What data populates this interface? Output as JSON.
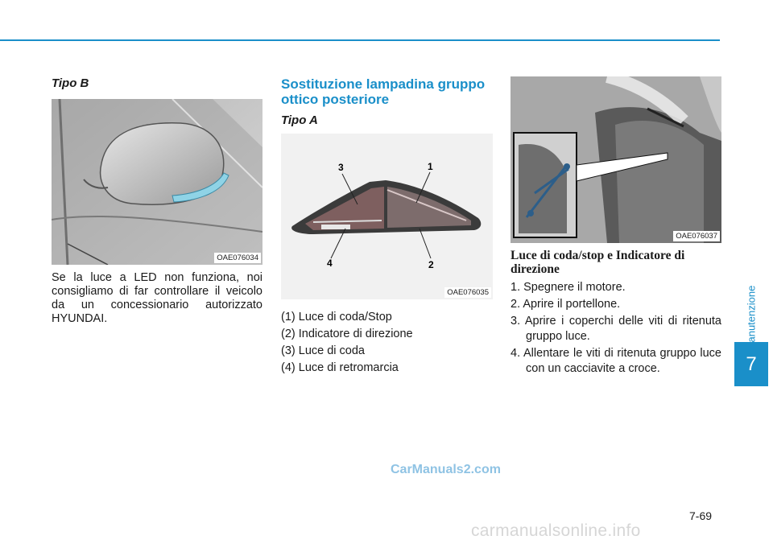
{
  "side_tab": {
    "label": "Manutenzione",
    "chapter": "7"
  },
  "col1": {
    "subheading": "Tipo B",
    "figure_code": "OAE076034",
    "paragraph": "Se la luce a LED non funziona, noi consigliamo di far controllare il veicolo da un concessionario autorizzato HYUNDAI."
  },
  "col2": {
    "title": "Sostituzione lampadina gruppo ottico posteriore",
    "subheading": "Tipo A",
    "figure_code": "OAE076035",
    "callouts": [
      "1",
      "2",
      "3",
      "4"
    ],
    "legend": [
      "(1) Luce di coda/Stop",
      "(2) Indicatore di direzione",
      "(3) Luce di coda",
      "(4) Luce di retromarcia"
    ]
  },
  "col3": {
    "figure_code": "OAE076037",
    "heading": "Luce di coda/stop e Indicatore di direzione",
    "steps": [
      "1. Spegnere il motore.",
      "2. Aprire il portellone.",
      "3. Aprire i coperchi delle viti di ritenuta gruppo luce.",
      "4. Allentare le viti di ritenuta gruppo luce con un cacciavite a croce."
    ]
  },
  "watermark": "CarManuals2.com",
  "page_number": "7-69",
  "footer_watermark": "carmanualsonline.info"
}
